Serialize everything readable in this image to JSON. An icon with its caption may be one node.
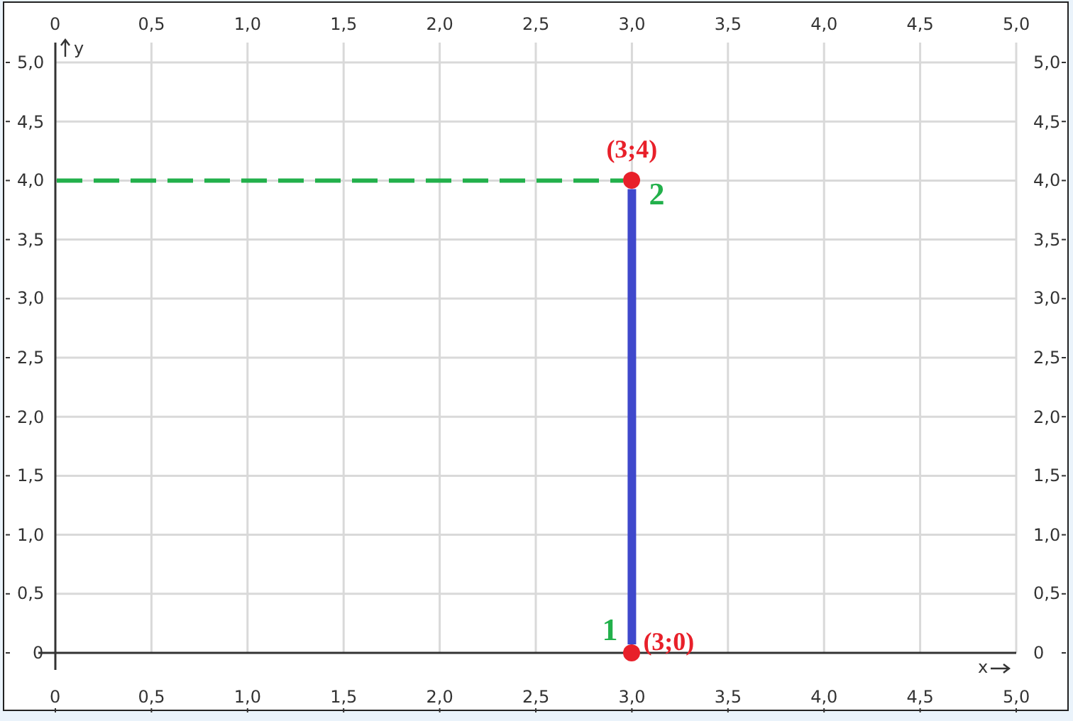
{
  "diagram": {
    "nodes": [
      {
        "text": [],
        "shape": "circle",
        "beside": [
          "(3;4)",
          "2"
        ]
      },
      {
        "text": [],
        "shape": "circle",
        "beside": [
          "1",
          "(3;0)"
        ]
      }
    ],
    "edges": [
      {
        "from": null,
        "to": 0,
        "arrow": "none",
        "style": "dashed",
        "color": "#22b04b"
      },
      {
        "from": 1,
        "to": 0,
        "arrow": "none",
        "style": "thick",
        "color": "#3f48cc"
      }
    ],
    "labels": [
      "0",
      "0,5",
      "1,0",
      "1,5",
      "2,0",
      "2,5",
      "3,0",
      "3,5",
      "4,0",
      "4,5",
      "5,0",
      "y",
      "5,0",
      "5,0",
      "4,5",
      "4,5",
      "4,0",
      "4,0",
      "3,5",
      "3,5",
      "3,0",
      "3,0",
      "2,5",
      "2,5",
      "2,0",
      "2,0",
      "1,5",
      "1,5",
      "1,0",
      "1,0",
      "0,5",
      "0,5",
      "0",
      "0",
      "x",
      "0",
      "0,5",
      "1,0",
      "1,5",
      "2,0",
      "2,5",
      "3,0",
      "3,5",
      "4,0",
      "4,5",
      "5,0"
    ]
  }
}
